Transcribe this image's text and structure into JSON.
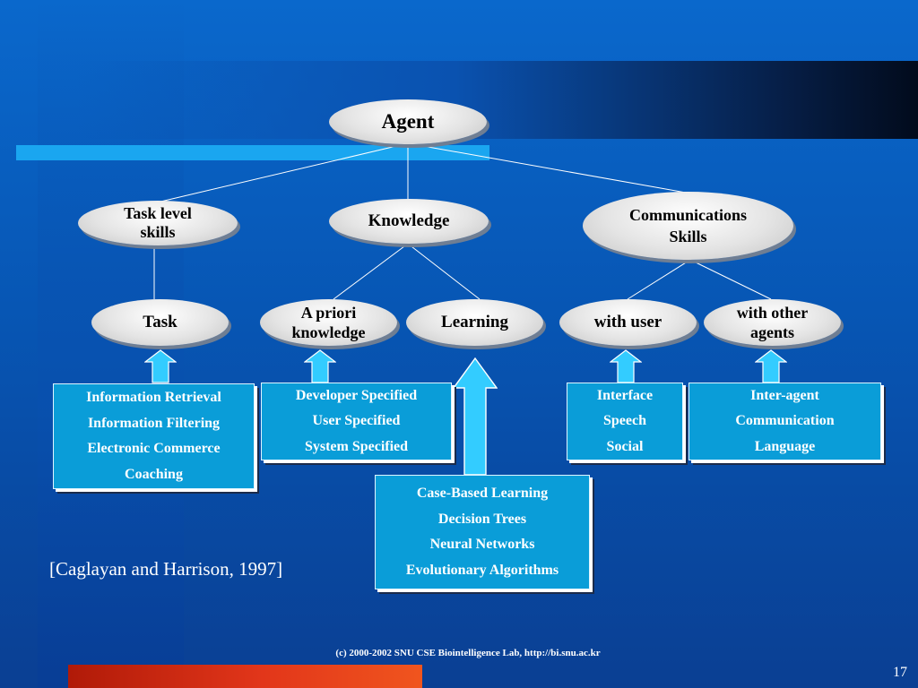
{
  "nodes": {
    "agent": "Agent",
    "task_level_skills": [
      "Task level",
      "skills"
    ],
    "knowledge": "Knowledge",
    "communications_skills": [
      "Communications",
      "Skills"
    ],
    "task": "Task",
    "a_priori_knowledge": [
      "A priori",
      "knowledge"
    ],
    "learning": "Learning",
    "with_user": "with user",
    "with_other_agents": [
      "with other",
      "agents"
    ]
  },
  "boxes": {
    "task_box": [
      "Information Retrieval",
      "Information Filtering",
      "Electronic Commerce",
      "Coaching"
    ],
    "developer_box": [
      "Developer Specified",
      "User Specified",
      "System Specified"
    ],
    "learning_box": [
      "Case-Based Learning",
      "Decision Trees",
      "Neural Networks",
      "Evolutionary Algorithms"
    ],
    "interface_box": [
      "Interface",
      "Speech",
      "Social"
    ],
    "interagent_box": [
      "Inter-agent",
      "Communication",
      "Language"
    ]
  },
  "citation": "[Caglayan and Harrison, 1997]",
  "footer": "(c) 2000-2002 SNU CSE Biointelligence Lab, http://bi.snu.ac.kr",
  "page_number": "17",
  "colors": {
    "background": "#0756b4",
    "box_fill": "#0a9dd8",
    "arrow_fill": "#33ccff",
    "node_fill": "#e4e4e4",
    "bottom_bar": "#e2361a"
  }
}
